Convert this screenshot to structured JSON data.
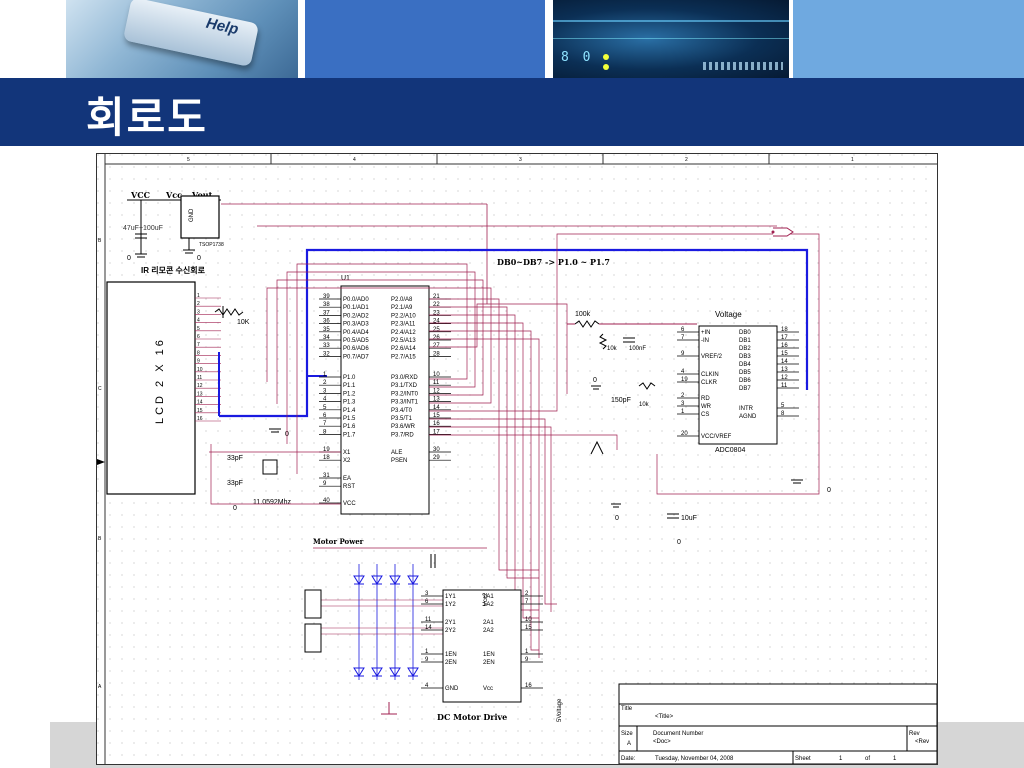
{
  "slide": {
    "title": "회로도"
  },
  "header_images": [
    {
      "name": "keyboard-help-key",
      "key_text": "Help"
    },
    {
      "name": "blue-panel"
    },
    {
      "name": "circuit-board-photo",
      "led_text": "8 0"
    },
    {
      "name": "light-blue-panel"
    }
  ],
  "schematic": {
    "border_ticks": [
      "5",
      "4",
      "3",
      "2",
      "1"
    ],
    "row_ticks": [
      "B",
      "C",
      "B",
      "A"
    ],
    "power_block": {
      "vcc": "VCC",
      "vcc2": "Vcc",
      "vout": "Vout",
      "gnd": "GND",
      "cap": "47uF~100uF",
      "part": "TSOP1738",
      "zero_a": "0",
      "zero_b": "0"
    },
    "ir_label": "IR 리모콘 수신회로",
    "lcd": {
      "label": "LCD 2 X 16",
      "pot": "10K",
      "pins": [
        "1",
        "2",
        "3",
        "4",
        "5",
        "6",
        "7",
        "8",
        "9",
        "10",
        "11",
        "12",
        "13",
        "14",
        "15",
        "16"
      ]
    },
    "mcu": {
      "ref": "U1",
      "left_pins": [
        {
          "num": "39",
          "name": "P0.0/AD0"
        },
        {
          "num": "38",
          "name": "P0.1/AD1"
        },
        {
          "num": "37",
          "name": "P0.2/AD2"
        },
        {
          "num": "36",
          "name": "P0.3/AD3"
        },
        {
          "num": "35",
          "name": "P0.4/AD4"
        },
        {
          "num": "34",
          "name": "P0.5/AD5"
        },
        {
          "num": "33",
          "name": "P0.6/AD6"
        },
        {
          "num": "32",
          "name": "P0.7/AD7"
        },
        {
          "num": "1",
          "name": "P1.0"
        },
        {
          "num": "2",
          "name": "P1.1"
        },
        {
          "num": "3",
          "name": "P1.2"
        },
        {
          "num": "4",
          "name": "P1.3"
        },
        {
          "num": "5",
          "name": "P1.4"
        },
        {
          "num": "6",
          "name": "P1.5"
        },
        {
          "num": "7",
          "name": "P1.6"
        },
        {
          "num": "8",
          "name": "P1.7"
        }
      ],
      "right_pins": [
        {
          "num": "21",
          "name": "P2.0/A8"
        },
        {
          "num": "22",
          "name": "P2.1/A9"
        },
        {
          "num": "23",
          "name": "P2.2/A10"
        },
        {
          "num": "24",
          "name": "P2.3/A11"
        },
        {
          "num": "25",
          "name": "P2.4/A12"
        },
        {
          "num": "26",
          "name": "P2.5/A13"
        },
        {
          "num": "27",
          "name": "P2.6/A14"
        },
        {
          "num": "28",
          "name": "P2.7/A15"
        },
        {
          "num": "10",
          "name": "P3.0/RXD"
        },
        {
          "num": "11",
          "name": "P3.1/TXD"
        },
        {
          "num": "12",
          "name": "P3.2/INT0"
        },
        {
          "num": "13",
          "name": "P3.3/INT1"
        },
        {
          "num": "14",
          "name": "P3.4/T0"
        },
        {
          "num": "15",
          "name": "P3.5/T1"
        },
        {
          "num": "16",
          "name": "P3.6/WR"
        },
        {
          "num": "17",
          "name": "P3.7/RD"
        }
      ],
      "osc_pins": [
        {
          "num": "19",
          "name": "X1"
        },
        {
          "num": "18",
          "name": "X2"
        }
      ],
      "ctrl_pins": [
        {
          "num": "31",
          "name": "EA"
        },
        {
          "num": "9",
          "name": "RST"
        },
        {
          "num": "40",
          "name": "VCC"
        }
      ],
      "ale_pins": [
        {
          "num": "30",
          "name": "ALE"
        },
        {
          "num": "29",
          "name": "PSEN"
        }
      ],
      "caps": [
        "33pF",
        "33pF"
      ],
      "crystal": "11.0592Mhz",
      "zero": "0"
    },
    "bus_note": "DB0~DB7 -> P1.0 ~ P1.7",
    "adc": {
      "title": "Voltage",
      "part": "ADC0804",
      "left_pins": [
        {
          "num": "6",
          "name": "+IN"
        },
        {
          "num": "7",
          "name": "-IN"
        },
        {
          "num": "9",
          "name": "VREF/2"
        },
        {
          "num": "4",
          "name": "CLKIN"
        },
        {
          "num": "19",
          "name": "CLKR"
        },
        {
          "num": "2",
          "name": "RD"
        },
        {
          "num": "3",
          "name": "WR"
        },
        {
          "num": "1",
          "name": "CS"
        },
        {
          "num": "20",
          "name": "VCC/VREF"
        }
      ],
      "right_pins": [
        {
          "num": "18",
          "name": "DB0"
        },
        {
          "num": "17",
          "name": "DB1"
        },
        {
          "num": "16",
          "name": "DB2"
        },
        {
          "num": "15",
          "name": "DB3"
        },
        {
          "num": "14",
          "name": "DB4"
        },
        {
          "num": "13",
          "name": "DB5"
        },
        {
          "num": "12",
          "name": "DB6"
        },
        {
          "num": "11",
          "name": "DB7"
        },
        {
          "num": "5",
          "name": "INTR"
        },
        {
          "num": "8",
          "name": "AGND"
        }
      ],
      "r1": "100k",
      "r2": "10k",
      "r3": "10k",
      "c1": "100nF",
      "c2": "150pF",
      "c3": "10uF",
      "zeros": [
        "0",
        "0",
        "0",
        "0"
      ]
    },
    "motor": {
      "power_label": "Motor Power",
      "driver_label": "DC Motor Drive",
      "vcc2": "Vcc2",
      "voltage_label": "5Voltage",
      "left_pins": [
        {
          "num": "3",
          "name": "1Y1"
        },
        {
          "num": "6",
          "name": "1Y2"
        },
        {
          "num": "11",
          "name": "2Y1"
        },
        {
          "num": "14",
          "name": "2Y2"
        },
        {
          "num": "1",
          "name": "1EN"
        },
        {
          "num": "9",
          "name": "2EN"
        },
        {
          "num": "4",
          "name": "GND"
        }
      ],
      "right_pins": [
        {
          "num": "2",
          "name": "1A1"
        },
        {
          "num": "7",
          "name": "1A2"
        },
        {
          "num": "10",
          "name": "2A1"
        },
        {
          "num": "15",
          "name": "2A2"
        },
        {
          "num": "1",
          "name": "1EN"
        },
        {
          "num": "9",
          "name": "2EN"
        },
        {
          "num": "16",
          "name": "Vcc"
        }
      ]
    },
    "title_block": {
      "title_label": "Title",
      "title_value": "<Title>",
      "size_label": "Size",
      "size_value": "A",
      "doc_label": "Document Number",
      "doc_value": "<Doc>",
      "rev_label": "Rev",
      "rev_value": "<Rev",
      "date_label": "Date:",
      "date_value": "Tuesday, November 04, 2008",
      "sheet_label": "Sheet",
      "sheet_value": "1",
      "of_label": "of",
      "of_value": "1"
    }
  }
}
